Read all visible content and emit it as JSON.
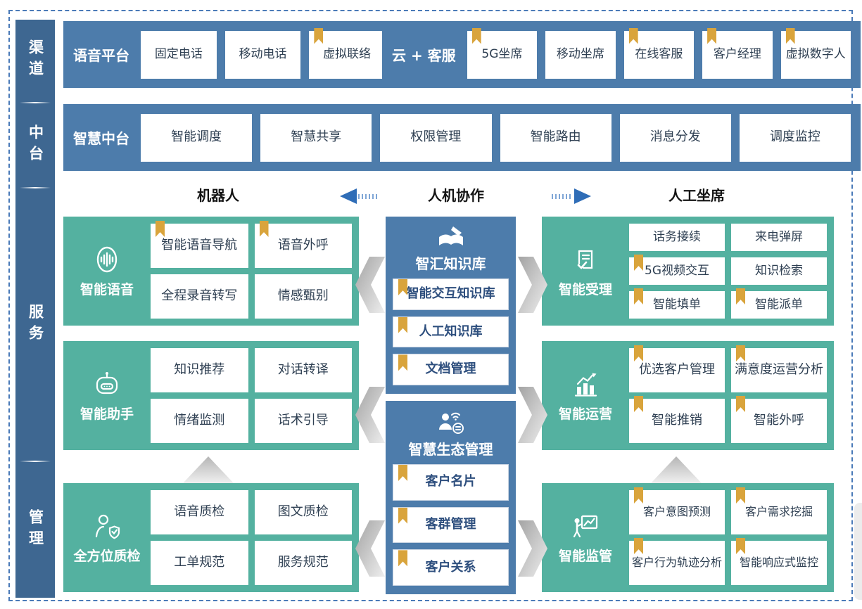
{
  "colors": {
    "sidebar": "#3e6791",
    "blue_box": "#4d7cab",
    "green_box": "#54b1a0",
    "bookmark": "#d9a43c",
    "arrow_blue": "#2f6db7",
    "dashed_border": "#4a7ab8"
  },
  "sidebar": {
    "items": [
      {
        "label": "渠道"
      },
      {
        "label": "中台"
      },
      {
        "label": "服务"
      },
      {
        "label": "管理"
      }
    ]
  },
  "channel": {
    "voice_platform": {
      "label": "语音平台",
      "cards": [
        {
          "label": "固定电话",
          "bookmark": false
        },
        {
          "label": "移动电话",
          "bookmark": false
        },
        {
          "label": "虚拟联络",
          "bookmark": true
        }
      ]
    },
    "cloud_service": {
      "label": "云 + 客服",
      "cards": [
        {
          "label": "5G坐席",
          "bookmark": true
        },
        {
          "label": "移动坐席",
          "bookmark": false
        },
        {
          "label": "在线客服",
          "bookmark": true
        },
        {
          "label": "客户经理",
          "bookmark": true
        },
        {
          "label": "虚拟数字人",
          "bookmark": true
        }
      ]
    }
  },
  "middle": {
    "label": "智慧中台",
    "cards": [
      {
        "label": "智能调度",
        "bookmark": false
      },
      {
        "label": "智慧共享",
        "bookmark": false
      },
      {
        "label": "权限管理",
        "bookmark": false
      },
      {
        "label": "智能路由",
        "bookmark": false
      },
      {
        "label": "消息分发",
        "bookmark": false
      },
      {
        "label": "调度监控",
        "bookmark": false
      }
    ]
  },
  "collab": {
    "left": "机器人",
    "center": "人机协作",
    "right": "人工坐席"
  },
  "sections": {
    "left": [
      {
        "title": "智能语音",
        "icon": "voice-icon",
        "cards": [
          {
            "label": "智能语音导航",
            "bookmark": true
          },
          {
            "label": "语音外呼",
            "bookmark": true
          },
          {
            "label": "全程录音转写",
            "bookmark": false
          },
          {
            "label": "情感甄别",
            "bookmark": false
          }
        ]
      },
      {
        "title": "智能助手",
        "icon": "robot-icon",
        "cards": [
          {
            "label": "知识推荐",
            "bookmark": false
          },
          {
            "label": "对话转译",
            "bookmark": false
          },
          {
            "label": "情绪监测",
            "bookmark": false
          },
          {
            "label": "话术引导",
            "bookmark": false
          }
        ]
      },
      {
        "title": "全方位质检",
        "icon": "quality-check-icon",
        "cards": [
          {
            "label": "语音质检",
            "bookmark": false
          },
          {
            "label": "图文质检",
            "bookmark": false
          },
          {
            "label": "工单规范",
            "bookmark": false
          },
          {
            "label": "服务规范",
            "bookmark": false
          }
        ]
      }
    ],
    "center": [
      {
        "title": "智汇知识库",
        "icon": "knowledge-book-icon",
        "cards": [
          {
            "label": "智能交互知识库",
            "bookmark": true
          },
          {
            "label": "人工知识库",
            "bookmark": true
          },
          {
            "label": "文档管理",
            "bookmark": true
          }
        ]
      },
      {
        "title": "智慧生态管理",
        "icon": "ecosystem-icon",
        "cards": [
          {
            "label": "客户名片",
            "bookmark": true
          },
          {
            "label": "客群管理",
            "bookmark": true
          },
          {
            "label": "客户关系",
            "bookmark": true
          }
        ]
      }
    ],
    "right": [
      {
        "title": "智能受理",
        "icon": "document-check-icon",
        "cards": [
          {
            "label": "话务接续",
            "bookmark": false
          },
          {
            "label": "来电弹屏",
            "bookmark": false
          },
          {
            "label": "5G视频交互",
            "bookmark": true
          },
          {
            "label": "知识检索",
            "bookmark": false
          },
          {
            "label": "智能填单",
            "bookmark": true
          },
          {
            "label": "智能派单",
            "bookmark": true
          }
        ]
      },
      {
        "title": "智能运营",
        "icon": "chart-growth-icon",
        "cards": [
          {
            "label": "优选客户管理",
            "bookmark": true
          },
          {
            "label": "满意度运营分析",
            "bookmark": true
          },
          {
            "label": "智能推销",
            "bookmark": true
          },
          {
            "label": "智能外呼",
            "bookmark": true
          }
        ]
      },
      {
        "title": "智能监管",
        "icon": "supervision-icon",
        "cards": [
          {
            "label": "客户意图预测",
            "bookmark": true
          },
          {
            "label": "客户需求挖掘",
            "bookmark": true
          },
          {
            "label": "客户行为轨迹分析",
            "bookmark": true
          },
          {
            "label": "智能响应式监控",
            "bookmark": true
          }
        ]
      }
    ]
  }
}
